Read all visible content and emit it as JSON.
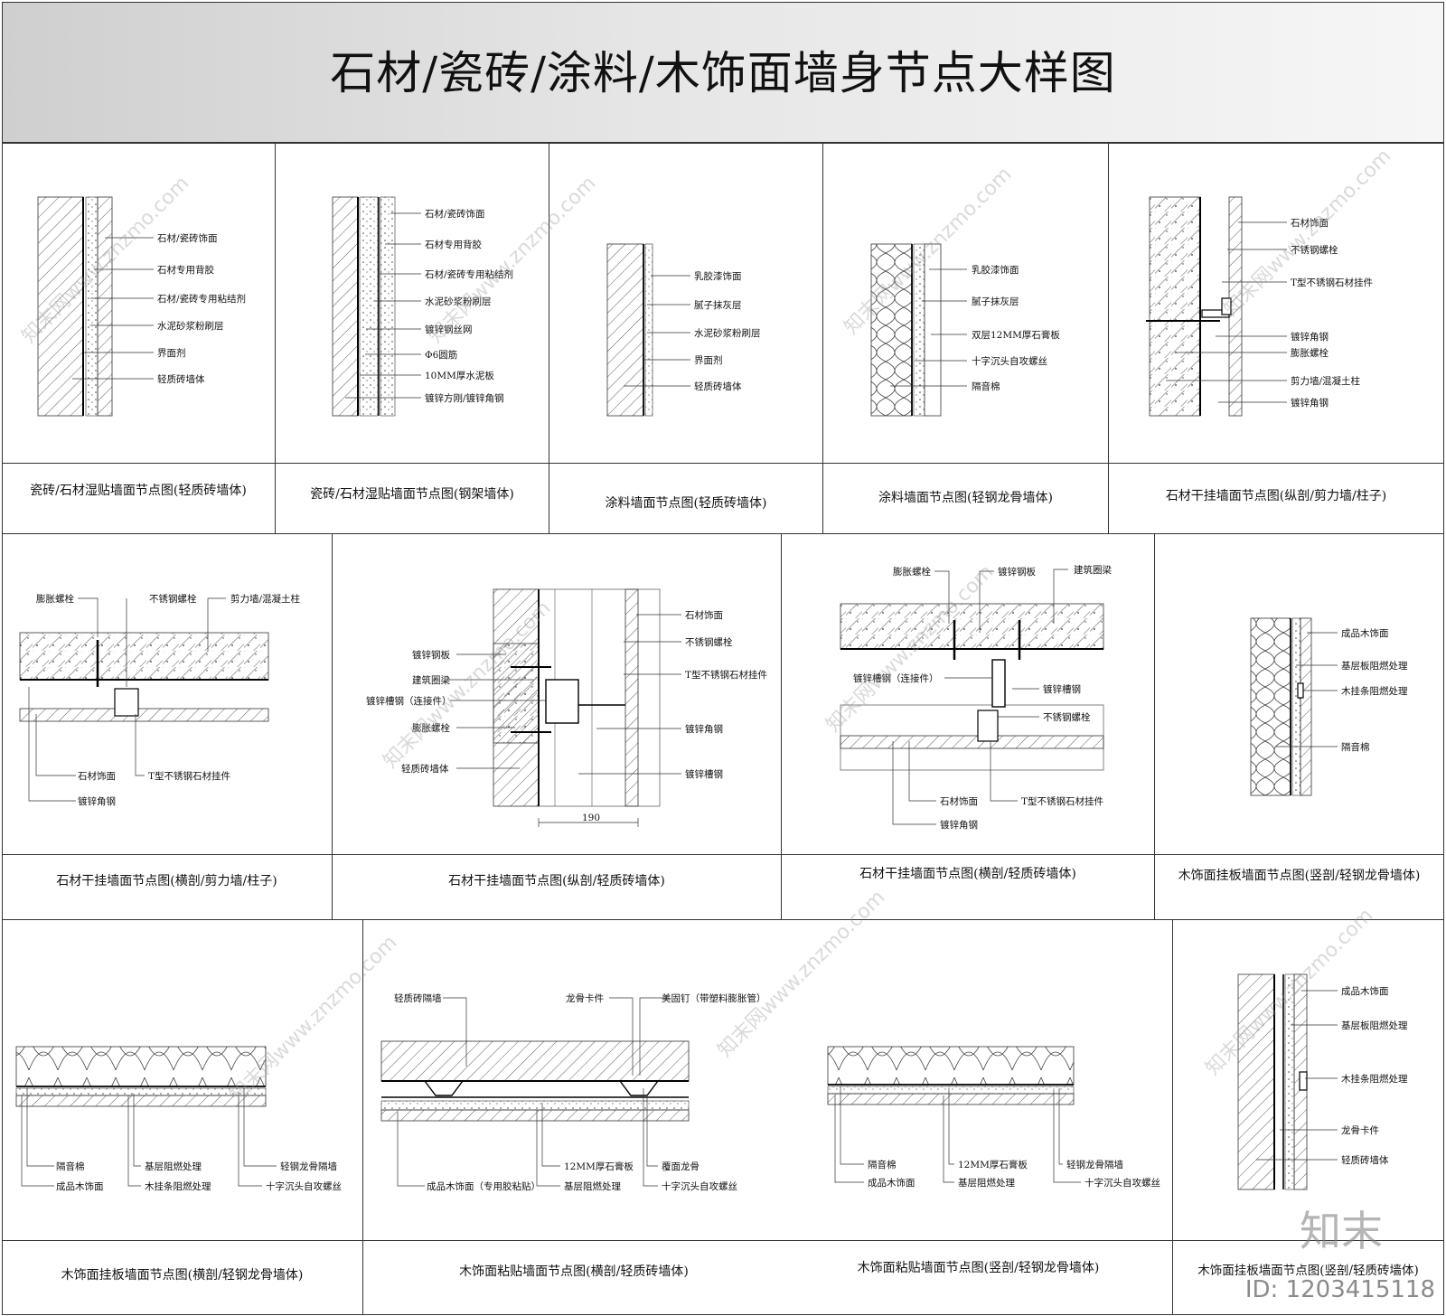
{
  "title": "石材/瓷砖/涂料/木饰面墙身节点大样图",
  "captions": [
    "瓷砖/石材湿贴墙面节点图(轻质砖墙体)",
    "瓷砖/石材湿贴墙面节点图(钢架墙体)",
    "涂料墙面节点图(轻质砖墙体)",
    "涂料墙面节点图(轻钢龙骨墙体)",
    "石材干挂墙面节点图(纵剖/剪力墙/柱子)",
    "石材干挂墙面节点图(横剖/剪力墙/柱子)",
    "石材干挂墙面节点图(纵剖/轻质砖墙体)",
    "石材干挂墙面节点图(横剖/轻质砖墙体)",
    "木饰面挂板墙面节点图(竖剖/轻钢龙骨墙体)",
    "木饰面挂板墙面节点图(横剖/轻钢龙骨墙体)",
    "木饰面粘贴墙面节点图(横剖/轻质砖墙体)",
    "木饰面粘贴墙面节点图(竖剖/轻钢龙骨墙体)",
    "木饰面挂板墙面节点图(竖剖/轻质砖墙体)"
  ],
  "d1": [
    "石材/瓷砖饰面",
    "石材专用背胶",
    "石材/瓷砖专用粘结剂",
    "水泥砂浆粉刷层",
    "界面剂",
    "轻质砖墙体"
  ],
  "d2": [
    "石材/瓷砖饰面",
    "石材专用背胶",
    "石材/瓷砖专用粘结剂",
    "水泥砂浆粉刷层",
    "镀锌钢丝网",
    "Φ6圆筋",
    "10MM厚水泥板",
    "镀锌方刚/镀锌角钢"
  ],
  "d3": [
    "乳胶漆饰面",
    "腻子抹灰层",
    "水泥砂浆粉刷层",
    "界面剂",
    "轻质砖墙体"
  ],
  "d4": [
    "乳胶漆饰面",
    "腻子抹灰层",
    "双层12MM厚石膏板",
    "十字沉头自攻螺丝",
    "隔音棉"
  ],
  "d5": [
    "石材饰面",
    "不锈钢螺栓",
    "T型不锈钢石材挂件",
    "镀锌角钢",
    "膨胀螺栓",
    "剪力墙/混凝土柱",
    "镀锌角钢"
  ],
  "d6": [
    "膨胀螺栓",
    "不锈钢螺栓",
    "剪力墙/混凝土柱",
    "石材饰面",
    "T型不锈钢石材挂件",
    "镀锌角钢"
  ],
  "d7": [
    "石材饰面",
    "不锈钢螺栓",
    "T型不锈钢石材挂件",
    "镀锌钢板",
    "建筑圈梁",
    "镀锌槽钢（连接件）",
    "膨胀螺栓",
    "镀锌角钢",
    "轻质砖墙体",
    "镀锌槽钢",
    "190"
  ],
  "d8": [
    "膨胀螺栓",
    "镀锌钢板",
    "建筑圈梁",
    "镀锌槽钢（连接件）",
    "镀锌槽钢",
    "不锈钢螺栓",
    "石材饰面",
    "T型不锈钢石材挂件",
    "镀锌角钢"
  ],
  "d9": [
    "成品木饰面",
    "基层板阻燃处理",
    "木挂条阻燃处理",
    "隔音棉"
  ],
  "d10": [
    "隔音棉",
    "成品木饰面",
    "基层阻燃处理",
    "木挂条阻燃处理",
    "轻钢龙骨隔墙",
    "十字沉头自攻螺丝"
  ],
  "d11": [
    "轻质砖隔墙",
    "龙骨卡件",
    "美固钉（带塑料膨胀管）",
    "成品木饰面（专用胶粘贴）",
    "12MM厚石膏板",
    "基层阻燃处理",
    "覆面龙骨",
    "十字沉头自攻螺丝"
  ],
  "d12": [
    "隔音棉",
    "成品木饰面",
    "12MM厚石膏板",
    "基层阻燃处理",
    "轻钢龙骨隔墙",
    "十字沉头自攻螺丝"
  ],
  "d13": [
    "成品木饰面",
    "基层板阻燃处理",
    "木挂条阻燃处理",
    "龙骨卡件",
    "轻质砖墙体"
  ],
  "watermark": "知末网www.znzmo.com",
  "logo": "知末",
  "id_text": "ID: 1203415118"
}
